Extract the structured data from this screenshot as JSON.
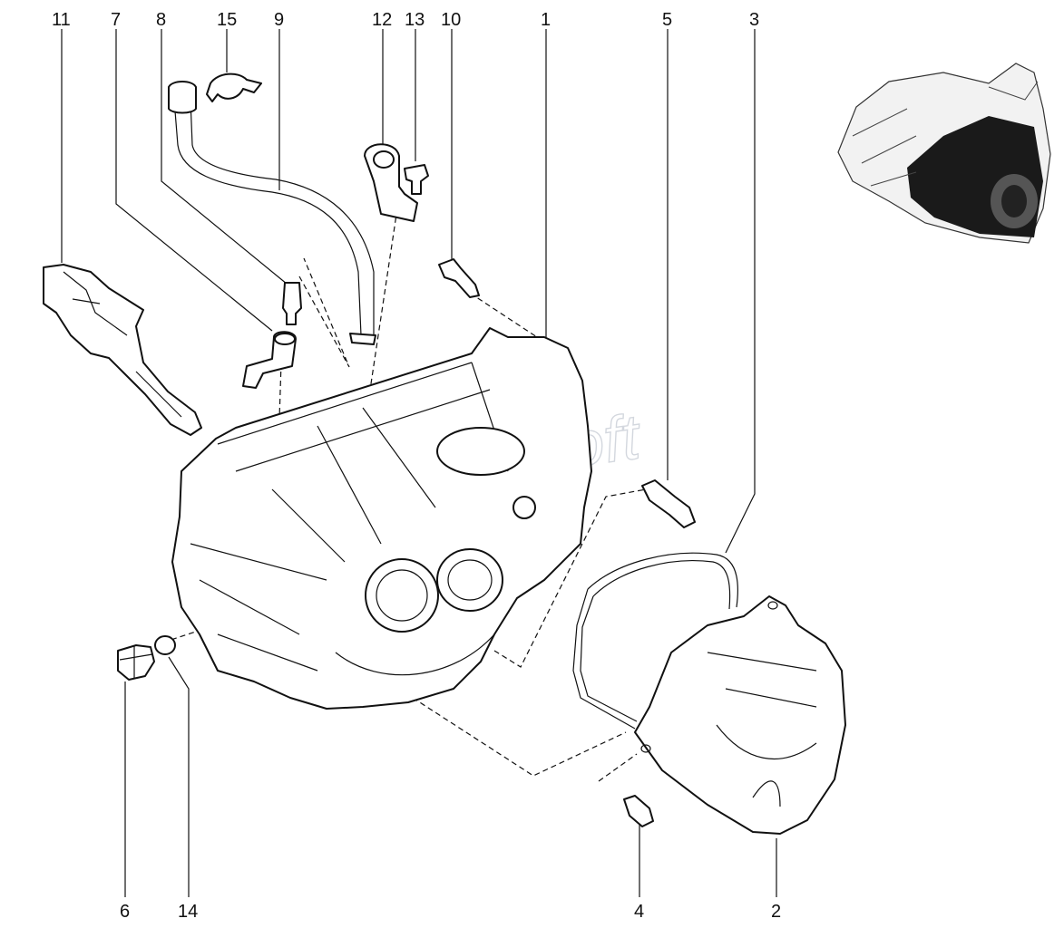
{
  "callouts": {
    "c1": "1",
    "c2": "2",
    "c3": "3",
    "c4": "4",
    "c5": "5",
    "c6": "6",
    "c7": "7",
    "c8": "8",
    "c9": "9",
    "c10": "10",
    "c11": "11",
    "c12": "12",
    "c13": "13",
    "c14": "14",
    "c15": "15"
  },
  "watermark": "AutoSoft"
}
